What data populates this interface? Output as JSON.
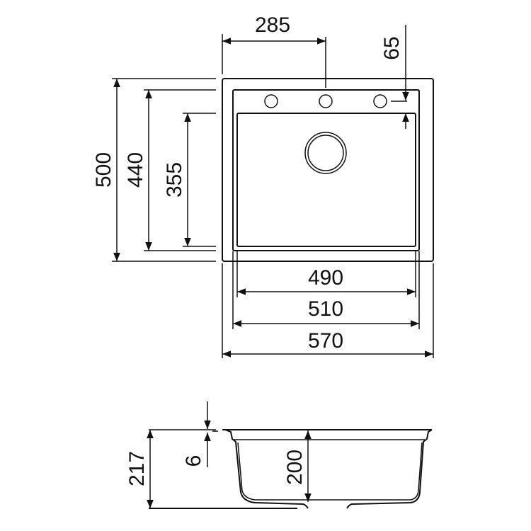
{
  "top_view": {
    "dim_285": "285",
    "dim_65": "65",
    "dim_500": "500",
    "dim_440": "440",
    "dim_355": "355",
    "dim_490": "490",
    "dim_510": "510",
    "dim_570": "570"
  },
  "side_view": {
    "dim_217": "217",
    "dim_6": "6",
    "dim_200": "200"
  },
  "colors": {
    "line": "#111111",
    "background": "#ffffff"
  }
}
